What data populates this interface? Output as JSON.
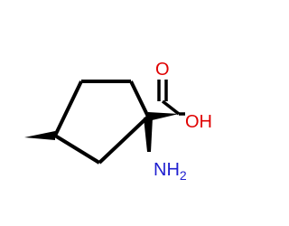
{
  "molecule": {
    "atoms": {
      "carbonyl_oxygen": {
        "label": "O",
        "color": "#e00000"
      },
      "hydroxyl": {
        "label": "OH",
        "color": "#e00000"
      },
      "amine": {
        "label": "NH",
        "subscript": "2",
        "color": "#2020d0"
      }
    },
    "bond_color": "#000000"
  }
}
